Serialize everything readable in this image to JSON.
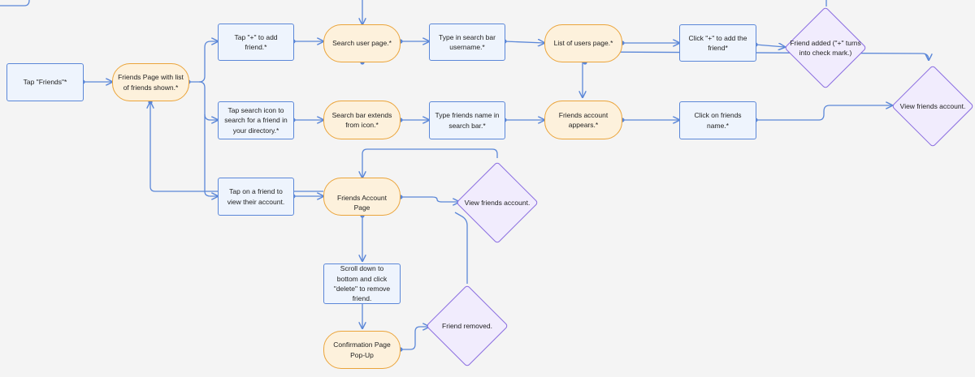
{
  "nodes": {
    "tap_friends": "Tap \"Friends\"*",
    "friends_page": "Friends Page with list of friends shown.*",
    "tap_plus": "Tap \"+\" to add friend.*",
    "search_user_page": "Search user page.*",
    "type_username": "Type in search bar username.*",
    "list_users": "List of users page.*",
    "click_plus": "Click \"+\" to add the friend*",
    "friend_added": "Friend added (\"+\" turns into check mark.)",
    "tap_search_icon": "Tap search icon to search for a friend in your directory.*",
    "search_bar_extends": "Search bar extends from icon.*",
    "type_friends_name": "Type friends name in search bar.*",
    "friends_account_appears": "Friends account appears.*",
    "click_friends_name": "Click on friends name.*",
    "view_friends_account_1": "View friends account.",
    "tap_friend_view": "Tap on a friend to view their account.",
    "friends_account_page": "Friends Account Page",
    "view_friends_account_2": "View friends account.",
    "scroll_delete": "Scroll down to bottom and click \"delete\" to remove friend.",
    "confirmation": "Confirmation Page Pop-Up",
    "friend_removed": "Friend removed."
  },
  "colors": {
    "edge": "#5b87d8",
    "rect_fill": "#eef4fd",
    "rect_border": "#5b87d8",
    "pill_fill": "#fdf1dc",
    "pill_border": "#eba43a",
    "diamond_fill": "#f1ecfd",
    "diamond_border": "#8a6de0",
    "canvas": "#f4f4f4"
  }
}
